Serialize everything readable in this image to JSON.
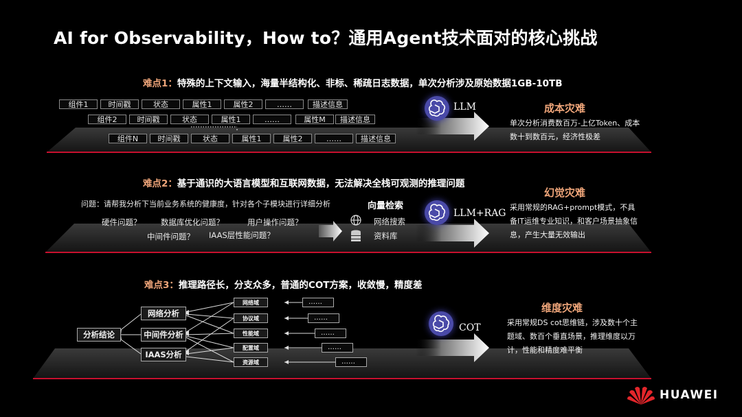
{
  "title": "AI for Observability，How to？通用Agent技术面对的核心挑战",
  "brand": {
    "name": "HUAWEI",
    "logo_color": "#e3262b"
  },
  "colors": {
    "accent": "#f0a67a",
    "platform_edge": "#c8102e",
    "icon": "#4a4aa8"
  },
  "section1": {
    "label": "难点1：",
    "text": "特殊的上下文输入，海量半结构化、非标、稀疏日志数据，单次分析涉及原始数据1GB-10TB",
    "row1": [
      "组件1",
      "时间戳",
      "状态",
      "属性1",
      "属性2",
      "……",
      "描述信息"
    ],
    "row2": [
      "组件2",
      "时间戳",
      "状态",
      "属性1",
      "……",
      "属性M",
      "描述信息"
    ],
    "row3": [
      "组件N",
      "时间戳",
      "状态",
      "属性1",
      "属性2",
      "……",
      "描述信息"
    ],
    "model": "LLM",
    "disaster": "成本灾难",
    "desc": "单次分析消费数百万-上亿Token、成本数十到数百元，经济性极差"
  },
  "section2": {
    "label": "难点2：",
    "text": "基于通识的大语言模型和互联网数据，无法解决全栈可观测的推理问题",
    "question": "问题：请帮我分析下当前业务系统的健康度，针对各个子模块进行详细分析",
    "q_hw": "硬件问题？",
    "q_db": "数据库优化问题？",
    "q_user": "用户操作问题？",
    "q_mid": "中间件问题？",
    "q_iaas": "IAAS层性能问题？",
    "vector": "向量检索",
    "web": "网络搜索",
    "lib": "资料库",
    "model": "LLM+RAG",
    "disaster": "幻觉灾难",
    "desc": "采用常规的RAG+prompt模式，不具备IT运维专业知识，和客户场景抽象信息，产生大量无效输出"
  },
  "section3": {
    "label": "难点3：",
    "text": "推理路径长，分支众多，普通的COT方案，收敛慢，精度差",
    "conclusion": "分析结论",
    "n_net": "网络分析",
    "n_mid": "中间件分析",
    "n_iaas": "IAAS分析",
    "domains": [
      "网络域",
      "协议域",
      "性能域",
      "配置域",
      "资源域"
    ],
    "dots": "……",
    "model": "COT",
    "disaster": "维度灾难",
    "desc": "采用常规DS cot思维链，涉及数十个主题域、数百个垂直场景，推理维度以万计，性能和精度难平衡"
  }
}
